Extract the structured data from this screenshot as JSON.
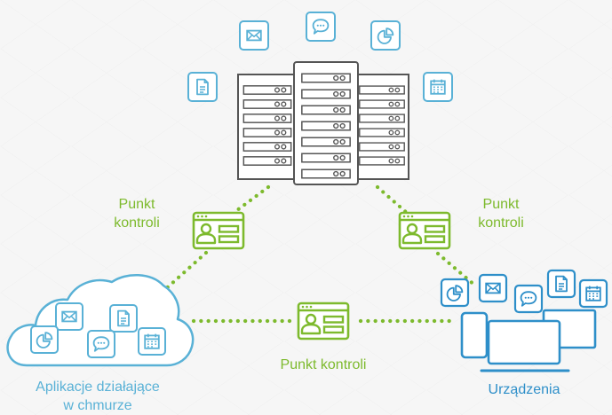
{
  "colors": {
    "green": "#7dba2d",
    "blue": "#59b1d6",
    "blue_dark": "#2e8fc9",
    "gray": "#555555",
    "server_fill": "#ffffff"
  },
  "labels": {
    "checkpoint_left": [
      "Punkt",
      "kontroli"
    ],
    "checkpoint_right": [
      "Punkt",
      "kontroli"
    ],
    "checkpoint_bottom": "Punkt kontroli",
    "cloud_apps": [
      "Aplikacje działające",
      "w chmurze"
    ],
    "devices": "Urządzenia"
  },
  "icons": {
    "server_top": [
      "mail-icon",
      "chat-icon",
      "pie-chart-icon"
    ],
    "server_side": [
      "document-icon",
      "calendar-icon"
    ],
    "checkpoint": "user-window-icon",
    "cloud_apps": [
      "mail-icon",
      "document-icon",
      "pie-chart-icon",
      "chat-icon",
      "calendar-icon"
    ],
    "devices": [
      "pie-chart-icon",
      "mail-icon",
      "chat-icon",
      "document-icon",
      "calendar-icon"
    ]
  }
}
